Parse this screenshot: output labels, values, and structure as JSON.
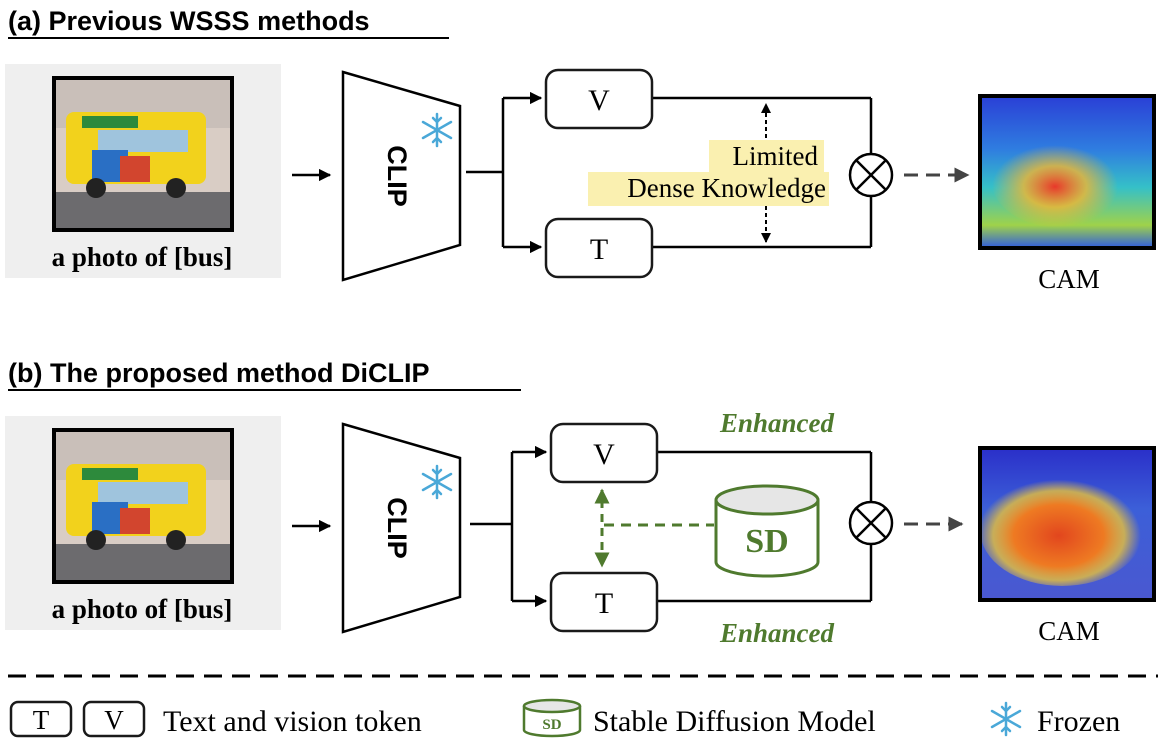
{
  "panel_a": {
    "heading": "(a) Previous WSSS methods",
    "caption": "a photo of [bus]",
    "clip_label": "CLIP",
    "vision_token": "V",
    "text_token": "T",
    "limited_line1": "Limited",
    "limited_line2": "Dense Knowledge",
    "output_label": "CAM"
  },
  "panel_b": {
    "heading": "(b) The proposed method DiCLIP",
    "caption": "a photo of [bus]",
    "clip_label": "CLIP",
    "vision_token": "V",
    "text_token": "T",
    "sd_label": "SD",
    "enhanced_top": "Enhanced",
    "enhanced_bottom": "Enhanced",
    "output_label": "CAM"
  },
  "legend": {
    "t_token": "T",
    "v_token": "V",
    "tokens_text": "Text and vision token",
    "sd_icon": "SD",
    "sd_text": "Stable Diffusion Model",
    "frozen_text": "Frozen"
  },
  "colors": {
    "highlight": "#faf0b0",
    "green": "#4f7a2e",
    "sd_fill": "#e6e6e6"
  }
}
